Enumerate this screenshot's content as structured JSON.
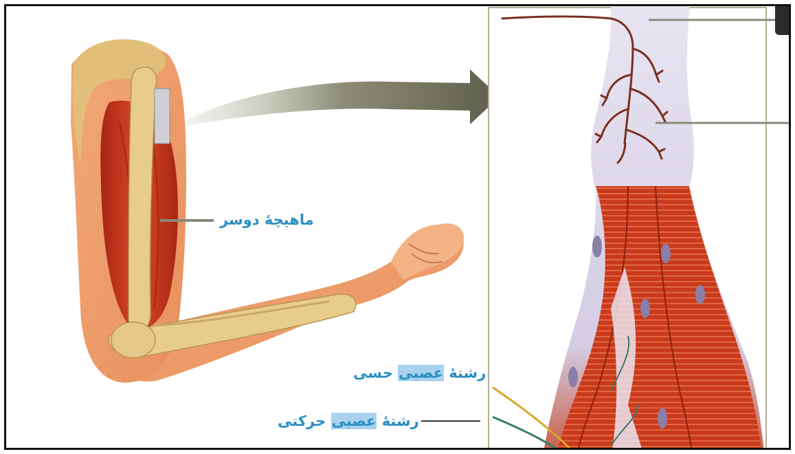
{
  "labels": {
    "biceps": "ماهیچهٔ دوسر",
    "sensory_prefix": "رشتهٔ",
    "sensory_highlight": "عصبی",
    "sensory_suffix": "حسی",
    "motor_prefix": "رشتهٔ",
    "motor_highlight": "عصبی",
    "motor_suffix": "حرکتی"
  },
  "colors": {
    "label_text": "#2a8fc4",
    "label_highlight": "#a9d2ee",
    "muscle_red": "#c8351c",
    "bone": "#e6c98a",
    "skin": "#f3b98a",
    "tendon": "#d8d2e6",
    "nerve": "#7b2e1e",
    "sensory_nerve": "#d6a72a",
    "motor_nerve": "#3c7a6a",
    "arrow": "#8a8a78"
  },
  "icons": [
    "arrow-right-icon"
  ]
}
